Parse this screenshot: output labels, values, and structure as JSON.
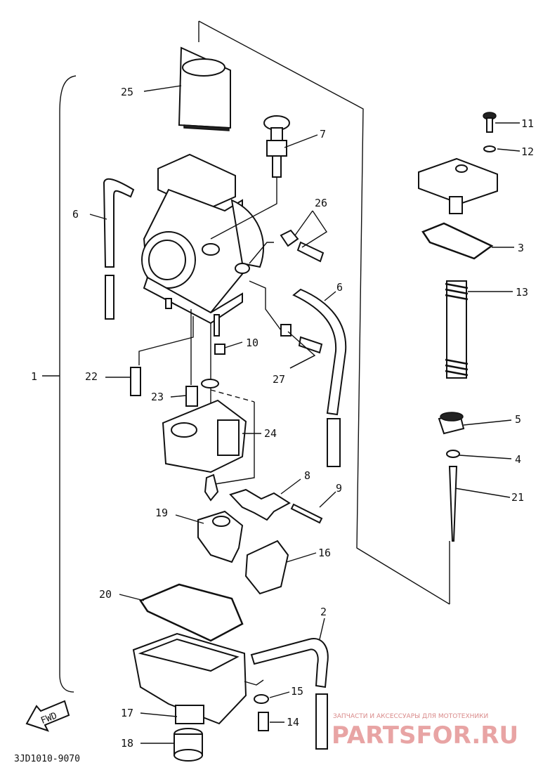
{
  "diagram": {
    "callouts": [
      {
        "id": "25",
        "label": "25"
      },
      {
        "id": "7",
        "label": "7"
      },
      {
        "id": "11",
        "label": "11"
      },
      {
        "id": "12",
        "label": "12"
      },
      {
        "id": "6a",
        "label": "6"
      },
      {
        "id": "26",
        "label": "26"
      },
      {
        "id": "3",
        "label": "3"
      },
      {
        "id": "6b",
        "label": "6"
      },
      {
        "id": "13",
        "label": "13"
      },
      {
        "id": "10",
        "label": "10"
      },
      {
        "id": "1",
        "label": "1"
      },
      {
        "id": "22",
        "label": "22"
      },
      {
        "id": "27",
        "label": "27"
      },
      {
        "id": "23",
        "label": "23"
      },
      {
        "id": "24",
        "label": "24"
      },
      {
        "id": "5",
        "label": "5"
      },
      {
        "id": "4",
        "label": "4"
      },
      {
        "id": "8",
        "label": "8"
      },
      {
        "id": "9",
        "label": "9"
      },
      {
        "id": "21",
        "label": "21"
      },
      {
        "id": "19",
        "label": "19"
      },
      {
        "id": "16",
        "label": "16"
      },
      {
        "id": "20",
        "label": "20"
      },
      {
        "id": "2",
        "label": "2"
      },
      {
        "id": "15",
        "label": "15"
      },
      {
        "id": "17",
        "label": "17"
      },
      {
        "id": "14",
        "label": "14"
      },
      {
        "id": "18",
        "label": "18"
      }
    ],
    "fwd_label": "FWD",
    "drawing_code": "3JD1010-9070",
    "watermark_tagline": "ЗАПЧАСТИ И АКСЕССУАРЫ ДЛЯ МОТОТЕХНИКИ",
    "watermark_brand": "PARTSFOR.RU"
  }
}
